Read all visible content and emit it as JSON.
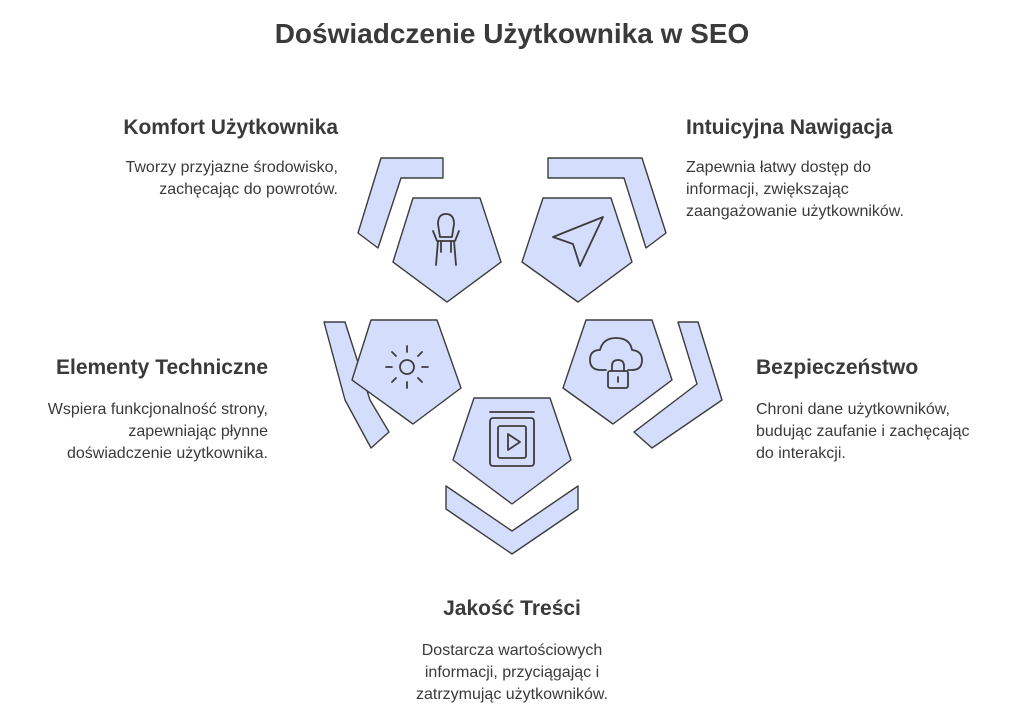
{
  "title": "Doświadczenie Użytkownika w SEO",
  "colors": {
    "fill": "#d4defc",
    "stroke": "#3d3d3d",
    "text": "#3a3a3a"
  },
  "items": [
    {
      "key": "comfort",
      "icon": "chair-icon",
      "heading": "Komfort Użytkownika",
      "lines": [
        "Tworzy przyjazne środowisko,",
        "zachęcając do powrotów."
      ]
    },
    {
      "key": "navigation",
      "icon": "navigation-arrow-icon",
      "heading": "Intuicyjna Nawigacja",
      "lines": [
        "Zapewnia łatwy dostęp do",
        "informacji, zwiększając",
        "zaangażowanie użytkowników."
      ]
    },
    {
      "key": "technical",
      "icon": "sun-gear-icon",
      "heading": "Elementy Techniczne",
      "lines": [
        "Wspiera funkcjonalność strony,",
        "zapewniając płynne",
        "doświadczenie użytkownika."
      ]
    },
    {
      "key": "security",
      "icon": "cloud-lock-icon",
      "heading": "Bezpieczeństwo",
      "lines": [
        "Chroni dane użytkowników,",
        "budując zaufanie i zachęcając",
        "do interakcji."
      ]
    },
    {
      "key": "content",
      "icon": "video-book-icon",
      "heading": "Jakość Treści",
      "lines": [
        "Dostarcza wartościowych",
        "informacji, przyciągając i",
        "zatrzymując użytkowników."
      ]
    }
  ]
}
